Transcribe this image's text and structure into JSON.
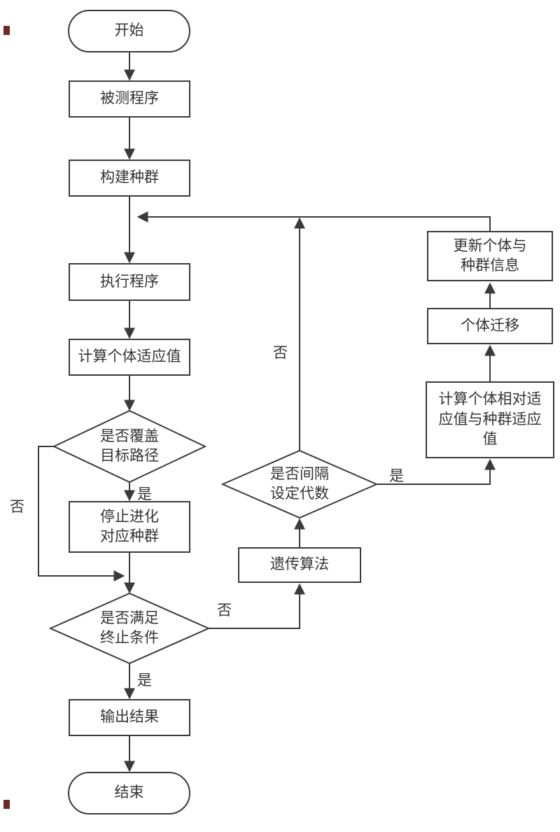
{
  "colors": {
    "ink": "#3a3a3a",
    "background": "#ffffff",
    "artifact": "#6e2a24"
  },
  "nodes": {
    "start": {
      "label": "开始",
      "type": "terminator"
    },
    "tested_program": {
      "label": "被测程序",
      "type": "process"
    },
    "build_population": {
      "label": "构建种群",
      "type": "process"
    },
    "execute_program": {
      "label": "执行程序",
      "type": "process"
    },
    "calc_fitness": {
      "label": "计算个体适应值",
      "type": "process"
    },
    "cover_decision": {
      "label": "是否覆盖\n目标路径",
      "type": "decision"
    },
    "stop_evolution": {
      "label": "停止进化\n对应种群",
      "type": "process"
    },
    "terminate_decision": {
      "label": "是否满足\n终止条件",
      "type": "decision"
    },
    "output_result": {
      "label": "输出结果",
      "type": "process"
    },
    "end": {
      "label": "结束",
      "type": "terminator"
    },
    "genetic_algorithm": {
      "label": "遗传算法",
      "type": "process"
    },
    "interval_decision": {
      "label": "是否间隔\n设定代数",
      "type": "decision"
    },
    "calc_relative_fitness": {
      "label": "计算个体相对适\n应值与种群适应\n值",
      "type": "process"
    },
    "migration": {
      "label": "个体迁移",
      "type": "process"
    },
    "update_info": {
      "label": "更新个体与\n种群信息",
      "type": "process"
    }
  },
  "edge_labels": {
    "cover_yes": "是",
    "cover_no": "否",
    "terminate_yes": "是",
    "terminate_no": "否",
    "interval_yes": "是",
    "interval_no": "否"
  },
  "edges": [
    {
      "from": "start",
      "to": "tested_program",
      "label": ""
    },
    {
      "from": "tested_program",
      "to": "build_population",
      "label": ""
    },
    {
      "from": "build_population",
      "to": "execute_program",
      "label": ""
    },
    {
      "from": "execute_program",
      "to": "calc_fitness",
      "label": ""
    },
    {
      "from": "calc_fitness",
      "to": "cover_decision",
      "label": ""
    },
    {
      "from": "cover_decision",
      "to": "stop_evolution",
      "label": "是"
    },
    {
      "from": "cover_decision",
      "to": "terminate_decision",
      "label": "否"
    },
    {
      "from": "stop_evolution",
      "to": "terminate_decision",
      "label": ""
    },
    {
      "from": "terminate_decision",
      "to": "output_result",
      "label": "是"
    },
    {
      "from": "terminate_decision",
      "to": "genetic_algorithm",
      "label": "否"
    },
    {
      "from": "output_result",
      "to": "end",
      "label": ""
    },
    {
      "from": "genetic_algorithm",
      "to": "interval_decision",
      "label": ""
    },
    {
      "from": "interval_decision",
      "to": "execute_program",
      "label": "否"
    },
    {
      "from": "interval_decision",
      "to": "calc_relative_fitness",
      "label": "是"
    },
    {
      "from": "calc_relative_fitness",
      "to": "migration",
      "label": ""
    },
    {
      "from": "migration",
      "to": "update_info",
      "label": ""
    },
    {
      "from": "update_info",
      "to": "execute_program",
      "label": ""
    }
  ]
}
